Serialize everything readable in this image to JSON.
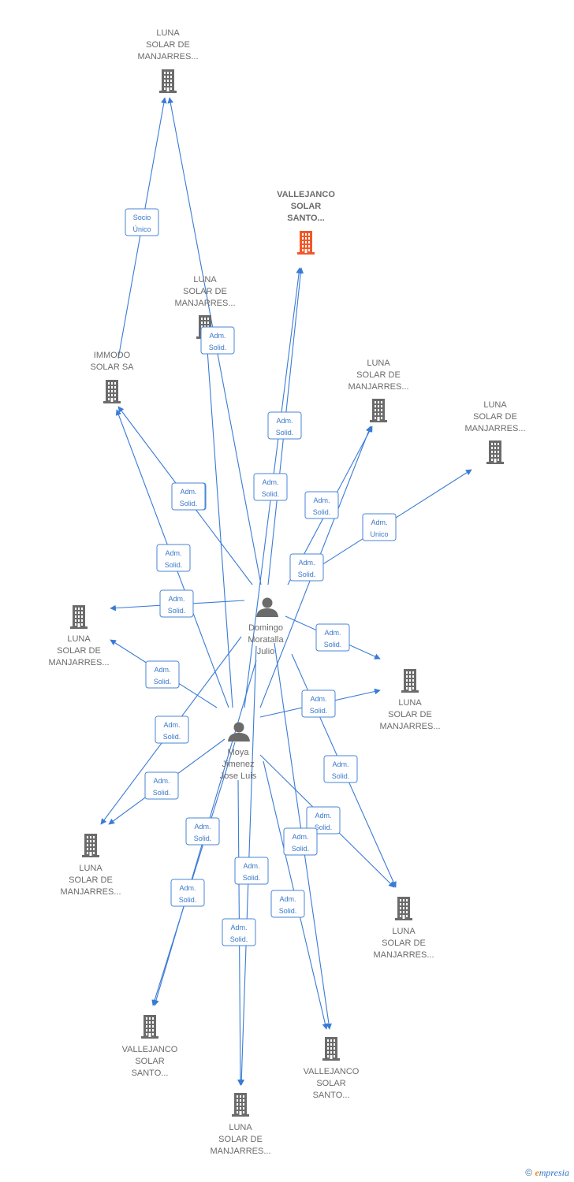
{
  "nodes": [
    {
      "id": "c1",
      "type": "company",
      "label": [
        "LUNA",
        "SOLAR DE",
        "MANJARRES..."
      ],
      "color": "#6b6b6b"
    },
    {
      "id": "main",
      "type": "company",
      "label": [
        "VALLEJANCO",
        "SOLAR",
        "SANTO..."
      ],
      "color": "#f0582a",
      "bold": true
    },
    {
      "id": "c2",
      "type": "company",
      "label": [
        "LUNA",
        "SOLAR DE",
        "MANJARRES..."
      ],
      "color": "#6b6b6b"
    },
    {
      "id": "immodo",
      "type": "company",
      "label": [
        "IMMODO",
        "SOLAR SA"
      ],
      "color": "#6b6b6b"
    },
    {
      "id": "c3",
      "type": "company",
      "label": [
        "LUNA",
        "SOLAR DE",
        "MANJARRES..."
      ],
      "color": "#6b6b6b"
    },
    {
      "id": "c4",
      "type": "company",
      "label": [
        "LUNA",
        "SOLAR DE",
        "MANJARRES..."
      ],
      "color": "#6b6b6b"
    },
    {
      "id": "c5",
      "type": "company",
      "label": [
        "LUNA",
        "SOLAR DE",
        "MANJARRES..."
      ],
      "color": "#6b6b6b"
    },
    {
      "id": "c6",
      "type": "company",
      "label": [
        "LUNA",
        "SOLAR DE",
        "MANJARRES..."
      ],
      "color": "#6b6b6b"
    },
    {
      "id": "c7",
      "type": "company",
      "label": [
        "LUNA",
        "SOLAR DE",
        "MANJARRES..."
      ],
      "color": "#6b6b6b"
    },
    {
      "id": "c8",
      "type": "company",
      "label": [
        "LUNA",
        "SOLAR DE",
        "MANJARRES..."
      ],
      "color": "#6b6b6b"
    },
    {
      "id": "v2",
      "type": "company",
      "label": [
        "VALLEJANCO",
        "SOLAR",
        "SANTO..."
      ],
      "color": "#6b6b6b"
    },
    {
      "id": "v3",
      "type": "company",
      "label": [
        "VALLEJANCO",
        "SOLAR",
        "SANTO..."
      ],
      "color": "#6b6b6b"
    },
    {
      "id": "c9",
      "type": "company",
      "label": [
        "LUNA",
        "SOLAR DE",
        "MANJARRES..."
      ],
      "color": "#6b6b6b"
    },
    {
      "id": "p1",
      "type": "person",
      "label": [
        "Domingo",
        "Moratalla",
        "Julio"
      ],
      "color": "#6b6b6b"
    },
    {
      "id": "p2",
      "type": "person",
      "label": [
        "Moya",
        "Jimenez",
        "Jose Luis"
      ],
      "color": "#6b6b6b"
    }
  ],
  "edges": [
    {
      "from": "immodo",
      "to": "c1",
      "label": [
        "Socio",
        "Único"
      ]
    },
    {
      "from": "p1",
      "to": "c1",
      "label": [
        "Adm.",
        "Solid."
      ]
    },
    {
      "from": "p2",
      "to": "c1",
      "label": [
        "Adm.",
        "Solid."
      ]
    },
    {
      "from": "p1",
      "to": "main",
      "label": [
        "Adm.",
        "Solid."
      ]
    },
    {
      "from": "p2",
      "to": "main",
      "label": [
        "Adm.",
        "Solid."
      ]
    },
    {
      "from": "p1",
      "to": "immodo",
      "label": [
        "Adm.",
        "Solid."
      ]
    },
    {
      "from": "p2",
      "to": "immodo",
      "label": [
        "Adm.",
        "Solid."
      ]
    },
    {
      "from": "p1",
      "to": "c3",
      "label": [
        "Adm.",
        "Solid."
      ]
    },
    {
      "from": "p2",
      "to": "c3",
      "label": [
        "Adm.",
        "Solid."
      ]
    },
    {
      "from": "p1",
      "to": "c4",
      "label": [
        "Adm.",
        "Unico"
      ]
    },
    {
      "from": "p1",
      "to": "c5",
      "label": [
        "Adm.",
        "Solid."
      ]
    },
    {
      "from": "p2",
      "to": "c5",
      "label": [
        "Adm.",
        "Solid."
      ]
    },
    {
      "from": "p1",
      "to": "c6",
      "label": [
        "Adm.",
        "Solid."
      ]
    },
    {
      "from": "p2",
      "to": "c6",
      "label": [
        "Adm.",
        "Solid."
      ]
    },
    {
      "from": "p1",
      "to": "c7",
      "label": [
        "Adm.",
        "Solid."
      ]
    },
    {
      "from": "p2",
      "to": "c7",
      "label": [
        "Adm.",
        "Solid."
      ]
    },
    {
      "from": "p1",
      "to": "c8",
      "label": [
        "Adm.",
        "Solid."
      ]
    },
    {
      "from": "p2",
      "to": "c8",
      "label": [
        "Adm.",
        "Solid."
      ]
    },
    {
      "from": "p1",
      "to": "v2",
      "label": [
        "Adm.",
        "Solid."
      ]
    },
    {
      "from": "p2",
      "to": "v2",
      "label": [
        "Adm.",
        "Solid."
      ]
    },
    {
      "from": "p1",
      "to": "v3",
      "label": [
        "Adm.",
        "Solid."
      ]
    },
    {
      "from": "p2",
      "to": "v3",
      "label": [
        "Adm.",
        "Solid."
      ]
    },
    {
      "from": "p1",
      "to": "c9",
      "label": [
        "Adm.",
        "Solid."
      ]
    },
    {
      "from": "p2",
      "to": "c9",
      "label": [
        "Adm.",
        "Solid."
      ]
    }
  ],
  "footer": {
    "copyright": "©",
    "brand_first": "e",
    "brand_rest": "mpresia"
  }
}
